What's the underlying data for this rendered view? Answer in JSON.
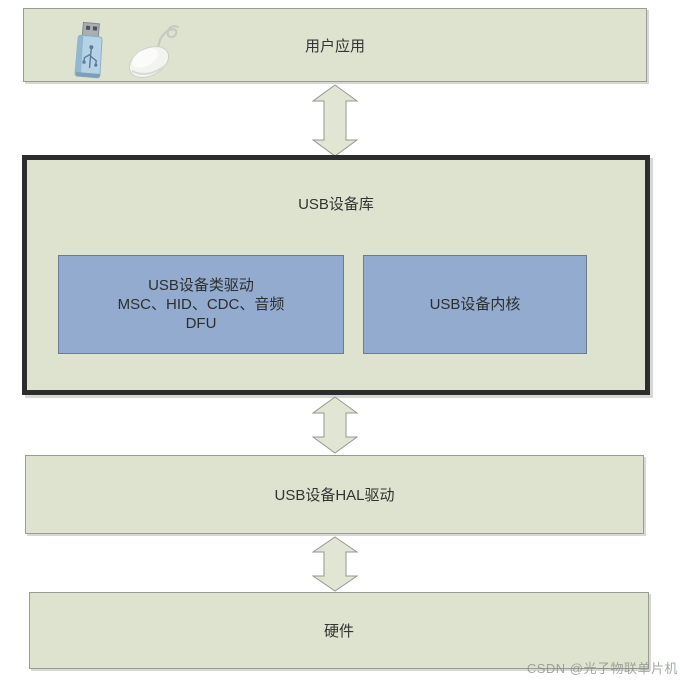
{
  "diagram": {
    "user_app": {
      "label": "用户应用"
    },
    "usb_library": {
      "title": "USB设备库",
      "class_driver": {
        "line1": "USB设备类驱动",
        "line2": "MSC、HID、CDC、音频",
        "line3": "DFU"
      },
      "core": {
        "label": "USB设备内核"
      }
    },
    "hal": {
      "label": "USB设备HAL驱动"
    },
    "hardware": {
      "label": "硬件"
    }
  },
  "icons": {
    "usb_drive": "usb-flash-drive-icon",
    "mouse": "mouse-icon"
  },
  "watermark": "CSDN @光子物联单片机",
  "colors": {
    "box_fill": "#dee3d0",
    "box_border": "#9c9c94",
    "library_border": "#2d2d2d",
    "inner_box_fill": "#92abcf",
    "inner_box_border": "#6e7b8a",
    "arrow_fill": "#e1e5d4",
    "arrow_stroke": "#96968e",
    "text": "#333333",
    "watermark_text": "#828c84"
  }
}
